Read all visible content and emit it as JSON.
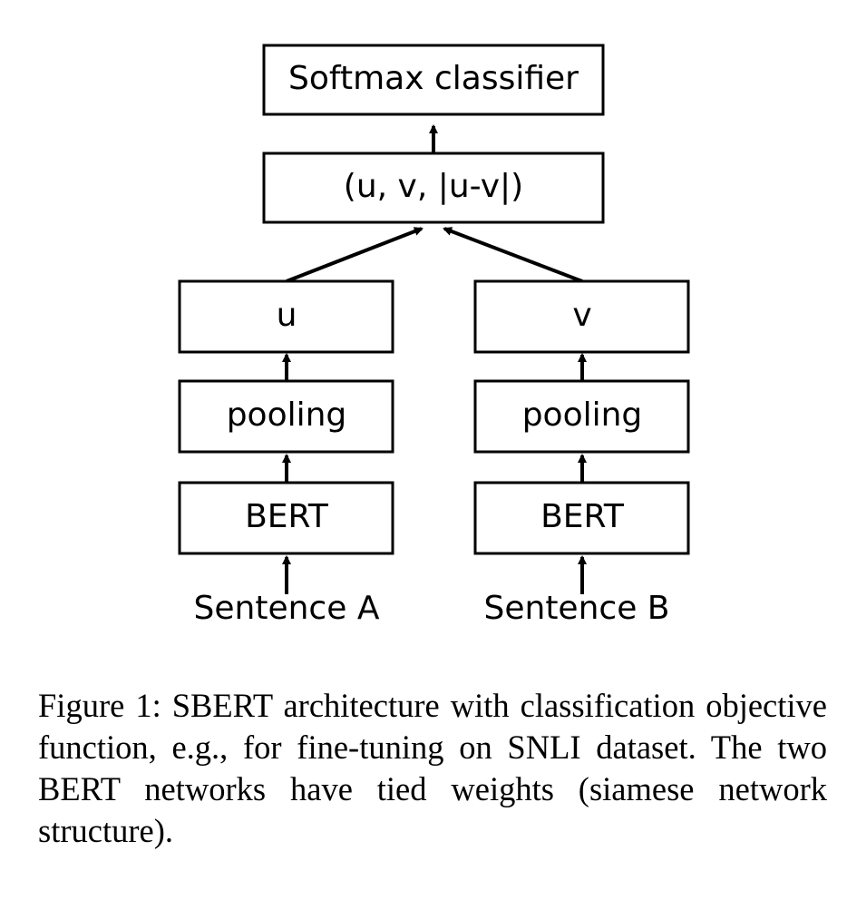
{
  "figure": {
    "boxes": {
      "softmax": "Softmax classifier",
      "concat": "(u, v, |u-v|)",
      "u": "u",
      "v": "v",
      "pooling_a": "pooling",
      "pooling_b": "pooling",
      "bert_a": "BERT",
      "bert_b": "BERT"
    },
    "inputs": {
      "a": "Sentence A",
      "b": "Sentence B"
    }
  },
  "caption": {
    "text": "Figure 1: SBERT architecture with classification ob­jective function, e.g., for fine-tuning on SNLI dataset. The two BERT networks have tied weights (siamese network structure)."
  }
}
